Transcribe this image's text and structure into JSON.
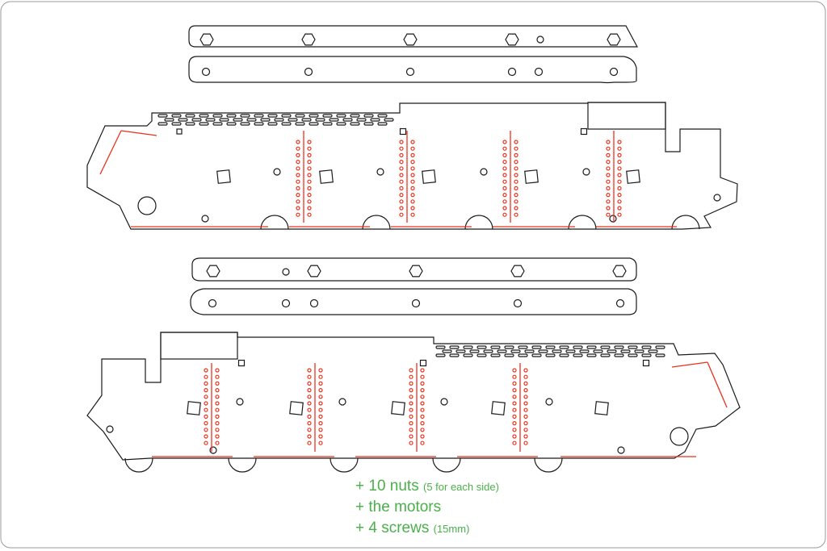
{
  "notes": [
    {
      "main": "+ 10 nuts",
      "detail": "(5 for each side)"
    },
    {
      "main": "+ the motors",
      "detail": ""
    },
    {
      "main": "+ 4 screws",
      "detail": "(15mm)"
    }
  ],
  "colors": {
    "outline": "#1a1a1a",
    "cut_red": "#e8321e",
    "note_green": "#4ab04a",
    "frame": "#9a9a9a"
  },
  "icons": [
    "hexagonal-nut-hole",
    "screw-hole",
    "square-slot",
    "wheel-cutout",
    "dotted-rivet-row"
  ]
}
